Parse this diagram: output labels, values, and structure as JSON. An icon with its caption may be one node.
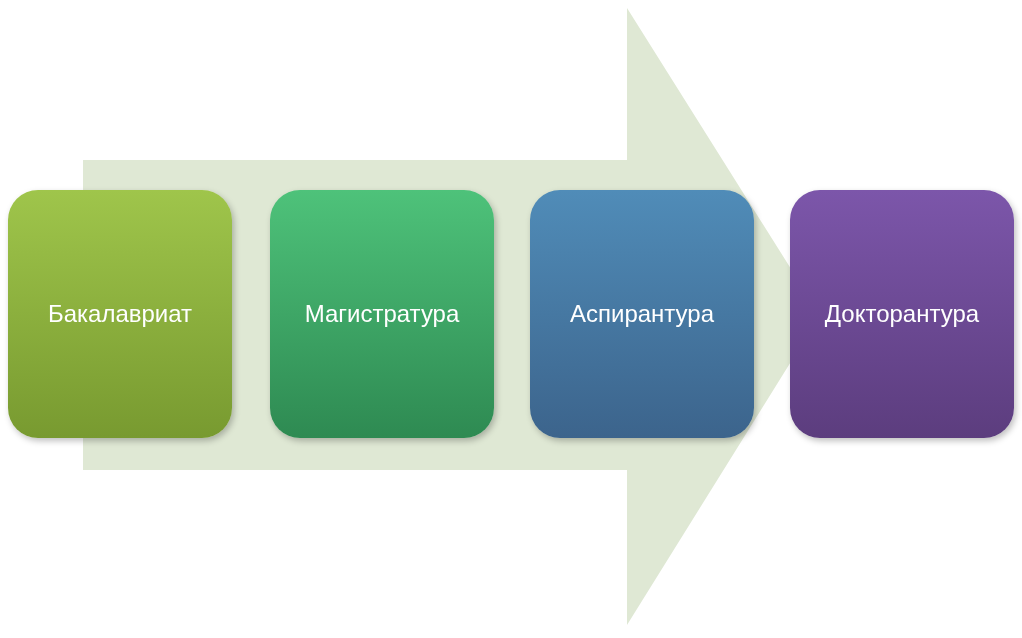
{
  "diagram": {
    "nodes": [
      {
        "text": [
          "Бакалавриат"
        ]
      },
      {
        "text": [
          "Магистратура"
        ]
      },
      {
        "text": [
          "Аспирантура"
        ]
      },
      {
        "text": [
          "Докторантура"
        ]
      }
    ],
    "edges": [
      {
        "from": 0,
        "to": 3,
        "arrow": "to"
      }
    ]
  }
}
